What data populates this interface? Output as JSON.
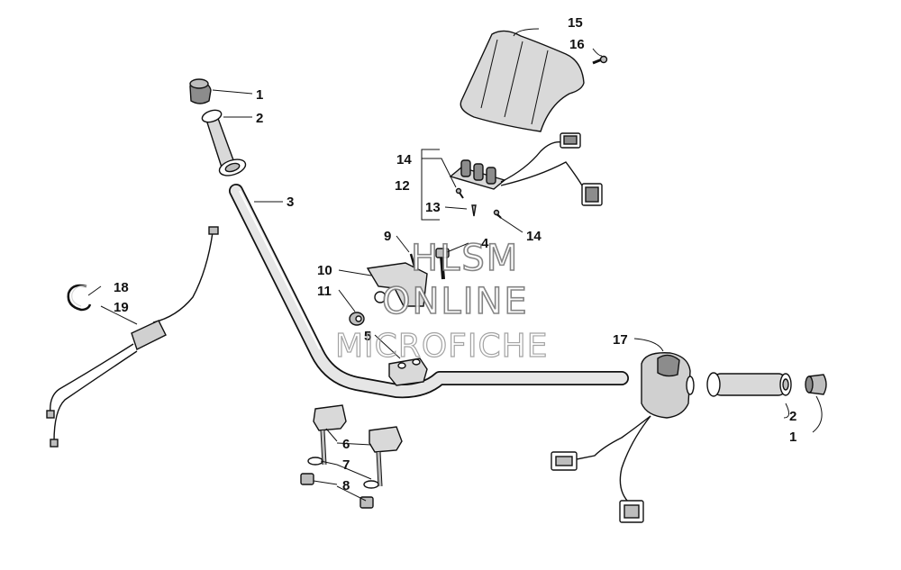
{
  "callouts": {
    "n1": "1",
    "n2": "2",
    "n3": "3",
    "n4": "4",
    "n5": "5",
    "n6": "6",
    "n7": "7",
    "n8": "8",
    "n9": "9",
    "n10": "10",
    "n11": "11",
    "n12": "12",
    "n13": "13",
    "n14": "14",
    "n15": "15",
    "n16": "16",
    "n17": "17",
    "n18": "18",
    "n19": "19"
  },
  "watermark": {
    "line1": "HLSM",
    "line2": "ONLINE",
    "line3": "MICROFICHE"
  },
  "colors": {
    "ink": "#111111",
    "part_fill": "#d9d9d9",
    "part_dark": "#8c8c8c",
    "watermark_stroke": "#777777"
  }
}
